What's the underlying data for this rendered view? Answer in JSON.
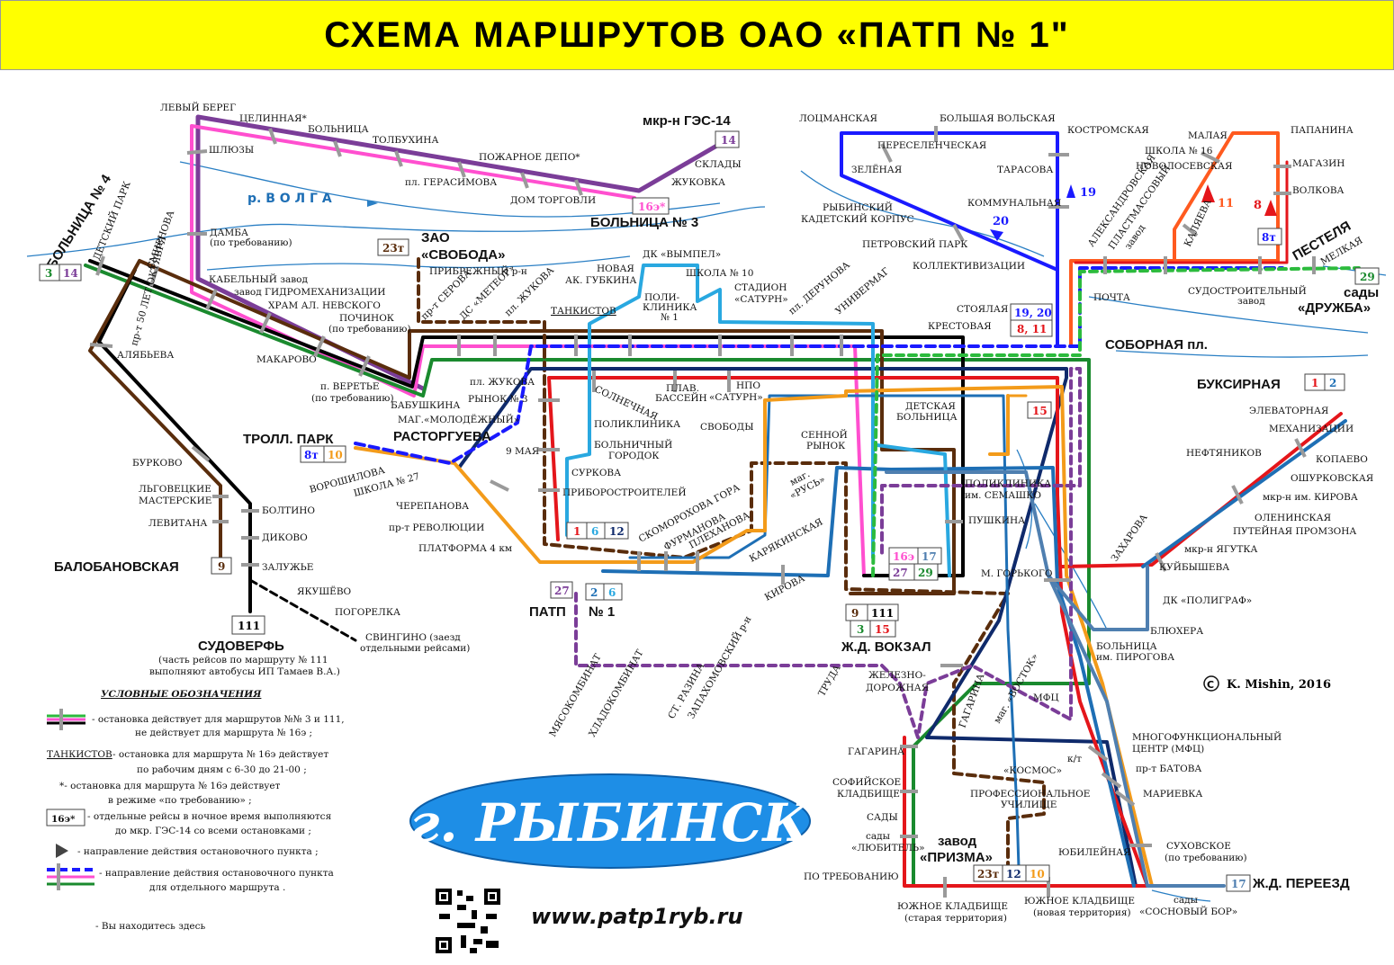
{
  "title": "СХЕМА МАРШРУТОВ ОАО «ПАТП № 1\"",
  "city": "г. РЫБИНСК",
  "website": "www.patp1ryb.ru",
  "copyright": "K. Mishin, 2016",
  "river": "р. В О Л Г А",
  "colors": {
    "r1": "#e4161b",
    "r2": "#1e6fb5",
    "r3": "#1a8a2e",
    "r6": "#29a8e0",
    "r8": "#0f2a6b",
    "r9": "#5a2d0c",
    "r10": "#f39b1a",
    "r11": "#e4161b",
    "r14": "#7b3d98",
    "r16e": "#ff4fcf",
    "r19": "#1a1aff",
    "r27": "#7b3d98",
    "r111": "#000000",
    "r23t": "#5a2d0c",
    "r17": "#4f7fb0"
  },
  "big_labels": [
    {
      "text": "БОЛЬНИЦА № 4"
    },
    {
      "text": "мкр-н ГЭС-14"
    },
    {
      "text": "БОЛЬНИЦА № 3"
    },
    {
      "text": "ЗАО"
    },
    {
      "text": "«СВОБОДА»"
    },
    {
      "text": "ТРОЛЛ. ПАРК"
    },
    {
      "text": "РАСТОРГУЕВА"
    },
    {
      "text": "БАЛОБАНОВСКАЯ"
    },
    {
      "text": "СУДОВЕРФЬ"
    },
    {
      "text": "ПАТП"
    },
    {
      "text": "№ 1"
    },
    {
      "text": "Ж.Д. ВОКЗАЛ"
    },
    {
      "text": "СОБОРНАЯ пл."
    },
    {
      "text": "БУКСИРНАЯ"
    },
    {
      "text": "ПЕСТЕЛЯ"
    },
    {
      "text": "сады"
    },
    {
      "text": "«ДРУЖБА»"
    },
    {
      "text": "завод"
    },
    {
      "text": "«ПРИЗМА»"
    },
    {
      "text": "Ж.Д. ПЕРЕЕЗД"
    }
  ],
  "stop_labels": [
    "ЛЕВЫЙ БЕРЕГ",
    "ЦЕЛИННАЯ*",
    "БОЛЬНИЦА",
    "ТОЛБУХИНА",
    "ШЛЮЗЫ",
    "ПОЖАРНОЕ ДЕПО*",
    "пл. ГЕРАСИМОВА",
    "ДОМ ТОРГОВЛИ",
    "СКЛАДЫ",
    "ЖУКОВКА",
    "ДАМБА",
    "(по требованию)",
    "ДЕТСКИЙ ПАРК",
    "СМИРНОВА",
    "КАБЕЛЬНЫЙ завод",
    "завод ГИДРОМЕХАНИЗАЦИИ",
    "ХРАМ АЛ. НЕВСКОГО",
    "ПОЧИНОК",
    "(по требованию)",
    "пр-т 50 ЛЕТ ОКТЯБРЯ",
    "АЛЯБЬЕВА",
    "МАКАРОВО",
    "п. ВЕРЕТЬЕ",
    "(по требованию)",
    "БАБУШКИНА",
    "МАГ.«МОЛОДЁЖНЫЙ»",
    "ПРИБРЕЖНЫЙ р-н",
    "пр-т СЕРОВА",
    "ДС «МЕТЕОР»",
    "пл. ЖУКОВА",
    "ДК «ВЫМПЕЛ»",
    "НОВАЯ",
    "АК. ГУБКИНА",
    "ШКОЛА № 10",
    "ПОЛИ-",
    "КЛИНИКА",
    "№ 1",
    "СТАДИОН",
    "«САТУРН»",
    "пл. ДЕРУНОВА",
    "УНИВЕРМАГ",
    "ТАНКИСТОВ",
    "пл. ЖУКОВА",
    "РЫНОК № 3",
    "СОЛНЕЧНАЯ",
    "ПЛАВ.",
    "БАССЕЙН",
    "НПО",
    "«САТУРН»",
    "СВОБОДЫ",
    "ПОЛИКЛИНИКА",
    "БОЛЬНИЧНЫЙ",
    "ГОРОДОК",
    "СУРКОВА",
    "ПРИБОРОСТРОИТЕЛЕЙ",
    "9 МАЯ",
    "БУРКОВО",
    "ЛЬГОВЕЦКИЕ",
    "МАСТЕРСКИЕ",
    "ЛЕВИТАНА",
    "БОЛТИНО",
    "ДИКОВО",
    "ЗАЛУЖЬЕ",
    "ЯКУШЁВО",
    "ПОГОРЕЛКА",
    "СВИНГИНО (заезд",
    "отдельными рейсами)",
    "ВОРОШИЛОВА",
    "ШКОЛА № 27",
    "ЧЕРЕПАНОВА",
    "пр-т РЕВОЛЮЦИИ",
    "ПЛАТФОРМА 4 км",
    "СКОМОРОХОВА ГОРА",
    "ФУРМАНОВА",
    "ПЛЕХАНОВА",
    "КАРЯКИНСКАЯ",
    "КИРОВА",
    "СЕННОЙ",
    "РЫНОК",
    "маг.",
    "«РУСЬ»",
    "ДЕТСКАЯ",
    "БОЛЬНИЦА",
    "ПОЛИКЛИНИКА",
    "им. СЕМАШКО",
    "ПУШКИНА",
    "М. ГОРЬКОГО",
    "ЛОЦМАНСКАЯ",
    "БОЛЬШАЯ ВОЛЬСКАЯ",
    "КОСТРОМСКАЯ",
    "ПЕРЕСЕЛЕНЧЕСКАЯ",
    "ЗЕЛЁНАЯ",
    "ТАРАСОВА",
    "КОММУНАЛЬНАЯ",
    "РЫБИНСКИЙ",
    "КАДЕТСКИЙ КОРПУС",
    "ПЕТРОВСКИЙ ПАРК",
    "КОЛЛЕКТИВИЗАЦИИ",
    "СТОЯЛАЯ",
    "КРЕСТОВАЯ",
    "ПОЧТА",
    "СУДОСТРОИТЕЛЬНЫЙ",
    "завод",
    "МЕЛКАЯ",
    "МАЛАЯ",
    "ШКОЛА № 16",
    "НОВОЛОСЕВСКАЯ",
    "АЛЕКСАНДРОВСКАЯ",
    "ПЛАСТМАССОВЫЙ",
    "завод",
    "КАЛЯЕВА",
    "ПАПАНИНА",
    "МАГАЗИН",
    "ВОЛКОВА",
    "ЭЛЕВАТОРНАЯ",
    "МЕХАНИЗАЦИИ",
    "НЕФТЯНИКОВ",
    "КОПАЕВО",
    "ОШУРКОВСКАЯ",
    "мкр-н им. КИРОВА",
    "ОЛЕНИНСКАЯ",
    "ПУТЕЙНАЯ ПРОМЗОНА",
    "мкр-н ЯГУТКА",
    "КУЙБЫШЕВА",
    "ЗАХАРОВА",
    "ДК «ПОЛИГРАФ»",
    "БЛЮХЕРА",
    "БОЛЬНИЦА",
    "им. ПИРОГОВА",
    "МФЦ",
    "МНОГОФУНКЦИОНАЛЬНЫЙ",
    "ЦЕНТР (МФЦ)",
    "пр-т БАТОВА",
    "МАРИЕВКА",
    "к/т",
    "«КОСМОС»",
    "ПРОФЕССИОНАЛЬНОЕ",
    "УЧИЛИЩЕ",
    "ЮБИЛЕЙНАЯ",
    "СУХОВСКОЕ",
    "(по требованию)",
    "сады",
    "«СОСНОВЫЙ БОР»",
    "ЮЖНОЕ КЛАДБИЩЕ",
    "(новая территория)",
    "ЮЖНОЕ КЛАДБИЩЕ",
    "(старая территория)",
    "ПО ТРЕБОВАНИЮ",
    "сады",
    "«ЛЮБИТЕЛЬ»",
    "САДЫ",
    "СОФИЙСКОЕ",
    "КЛАДБИЩЕ",
    "ГАГАРИНА",
    "ЖЕЛЕЗНО-",
    "ДОРОЖНАЯ",
    "ГАГАРИНА",
    "маг. «ВОСТОК»",
    "ТРУДА",
    "ЗАПАХОМОВСКИЙ р-н",
    "СТ. РАЗИНА",
    "ХЛАДОКОМБИНАТ",
    "МЯСОКОМБИНАТ",
    "(часть рейсов по маршруту № 111",
    "выполняют автобусы ИП Тамаев В.А.)"
  ],
  "route_boxes": [
    [
      "3",
      "14"
    ],
    [
      "14"
    ],
    [
      "16э*"
    ],
    [
      "23т"
    ],
    [
      "8т",
      "10"
    ],
    [
      "9"
    ],
    [
      "111"
    ],
    [
      "1",
      "6",
      "12"
    ],
    [
      "2",
      "6"
    ],
    [
      "27"
    ],
    [
      "19, 20"
    ],
    [
      "8, 11"
    ],
    [
      "15"
    ],
    [
      "16э",
      "17"
    ],
    [
      "27",
      "29"
    ],
    [
      "9",
      "111"
    ],
    [
      "3",
      "15"
    ],
    [
      "1",
      "2"
    ],
    [
      "8т"
    ],
    [
      "29"
    ],
    [
      "23т",
      "12",
      "10"
    ],
    [
      "17"
    ]
  ],
  "route_markers": [
    "19",
    "20",
    "11",
    "8"
  ],
  "legend": {
    "title": "УСЛОВНЫЕ ОБОЗНАЧЕНИЯ",
    "items": [
      "- остановка действует для маршрутов №№ 3 и 111,",
      "не действует для маршрута № 16э ;",
      "ТАНКИСТОВ",
      "- остановка для маршрута № 16э действует",
      "по рабочим дням с 6-30 до 21-00 ;",
      "*- остановка для маршрута № 16э действует",
      "в режиме «по требованию» ;",
      "16э*",
      "- отдельные рейсы в ночное время выполняются",
      "до мкр. ГЭС-14 со всеми остановками ;",
      "- направление действия остановочного пункта ;",
      "- направление действия остановочного пункта",
      "для отдельного маршрута .",
      "- Вы находитесь здесь"
    ]
  }
}
